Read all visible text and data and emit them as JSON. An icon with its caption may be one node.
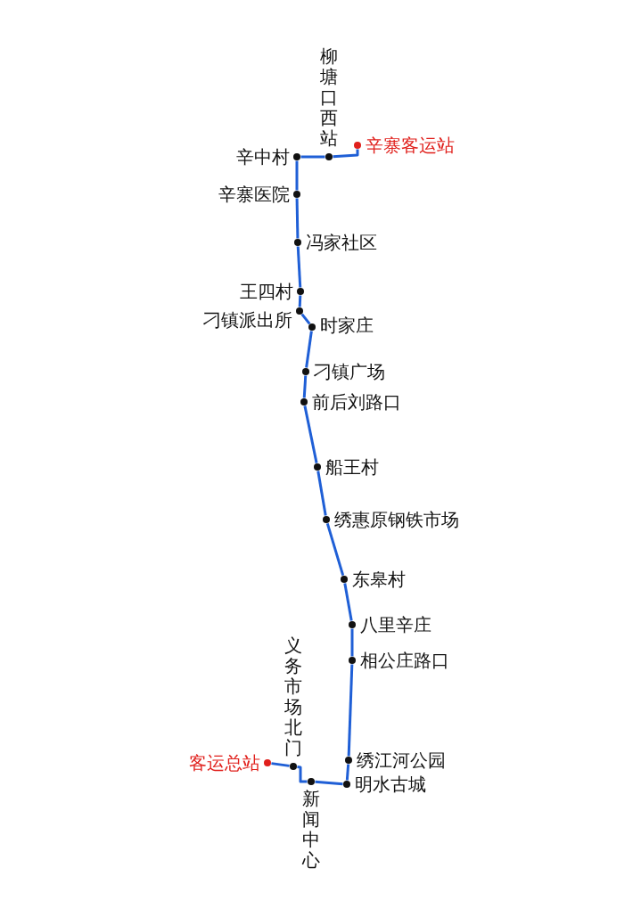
{
  "diagram": {
    "nodes": [
      {
        "text": [],
        "shape": "circle",
        "beside": [
          "辛寨客运站"
        ]
      },
      {
        "text": [],
        "shape": "circle",
        "beside": [
          "柳塘口西站"
        ]
      },
      {
        "text": [],
        "shape": "circle",
        "beside": [
          "辛中村"
        ]
      },
      {
        "text": [],
        "shape": "circle",
        "beside": [
          "辛寨医院"
        ]
      },
      {
        "text": [],
        "shape": "circle",
        "beside": [
          "冯家社区"
        ]
      },
      {
        "text": [],
        "shape": "circle",
        "beside": [
          "王四村"
        ]
      },
      {
        "text": [],
        "shape": "circle",
        "beside": [
          "刁镇派出所"
        ]
      },
      {
        "text": [],
        "shape": "circle",
        "beside": [
          "时家庄"
        ]
      },
      {
        "text": [],
        "shape": "circle",
        "beside": [
          "刁镇广场"
        ]
      },
      {
        "text": [],
        "shape": "circle",
        "beside": [
          "前后刘路口"
        ]
      },
      {
        "text": [],
        "shape": "circle",
        "beside": [
          "船王村"
        ]
      },
      {
        "text": [],
        "shape": "circle",
        "beside": [
          "绣惠原钢铁市场"
        ]
      },
      {
        "text": [],
        "shape": "circle",
        "beside": [
          "东皋村"
        ]
      },
      {
        "text": [],
        "shape": "circle",
        "beside": [
          "八里辛庄"
        ]
      },
      {
        "text": [],
        "shape": "circle",
        "beside": [
          "相公庄路口"
        ]
      },
      {
        "text": [],
        "shape": "circle",
        "beside": [
          "绣江河公园"
        ]
      },
      {
        "text": [],
        "shape": "circle",
        "beside": [
          "明水古城"
        ]
      },
      {
        "text": [],
        "shape": "circle",
        "beside": [
          "新闻中心"
        ]
      },
      {
        "text": [],
        "shape": "circle",
        "beside": [
          "义务市场北门"
        ]
      },
      {
        "text": [],
        "shape": "circle",
        "beside": [
          "客运总站"
        ]
      }
    ],
    "edges": [
      {
        "from": 0,
        "to": 1,
        "arrow": "none"
      },
      {
        "from": 1,
        "to": 2,
        "arrow": "none"
      },
      {
        "from": 2,
        "to": 3,
        "arrow": "none"
      },
      {
        "from": 3,
        "to": 4,
        "arrow": "none"
      },
      {
        "from": 4,
        "to": 5,
        "arrow": "none"
      },
      {
        "from": 5,
        "to": 6,
        "arrow": "none"
      },
      {
        "from": 6,
        "to": 7,
        "arrow": "none"
      },
      {
        "from": 7,
        "to": 8,
        "arrow": "none"
      },
      {
        "from": 8,
        "to": 9,
        "arrow": "none"
      },
      {
        "from": 9,
        "to": 10,
        "arrow": "none"
      },
      {
        "from": 10,
        "to": 11,
        "arrow": "none"
      },
      {
        "from": 11,
        "to": 12,
        "arrow": "none"
      },
      {
        "from": 12,
        "to": 13,
        "arrow": "none"
      },
      {
        "from": 13,
        "to": 14,
        "arrow": "none"
      },
      {
        "from": 14,
        "to": 15,
        "arrow": "none"
      },
      {
        "from": 15,
        "to": 16,
        "arrow": "none"
      },
      {
        "from": 16,
        "to": 17,
        "arrow": "none"
      },
      {
        "from": 17,
        "to": 18,
        "arrow": "none"
      },
      {
        "from": 18,
        "to": 19,
        "arrow": "none"
      }
    ]
  }
}
